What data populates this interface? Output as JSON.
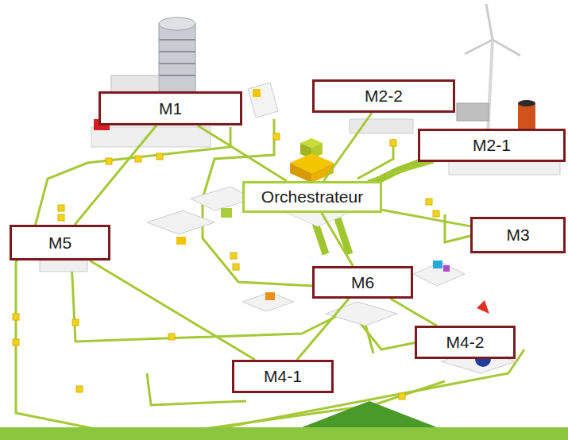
{
  "diagram": {
    "nodes": [
      {
        "text": [
          "M1"
        ]
      },
      {
        "text": [
          "M2-2"
        ]
      },
      {
        "text": [
          "M2-1"
        ]
      },
      {
        "text": [
          "Orchestrateur"
        ]
      },
      {
        "text": [
          "M3"
        ]
      },
      {
        "text": [
          "M5"
        ]
      },
      {
        "text": [
          "M6"
        ]
      },
      {
        "text": [
          "M4-2"
        ]
      },
      {
        "text": [
          "M4-1"
        ]
      }
    ],
    "edges": [
      {
        "from": 3,
        "to": 0,
        "arrow": "none"
      },
      {
        "from": 3,
        "to": 1,
        "arrow": "none"
      },
      {
        "from": 3,
        "to": 2,
        "arrow": "none"
      },
      {
        "from": 3,
        "to": 4,
        "arrow": "none"
      },
      {
        "from": 3,
        "to": 6,
        "arrow": "none"
      },
      {
        "from": 0,
        "to": 5,
        "arrow": "none"
      },
      {
        "from": 5,
        "to": 8,
        "arrow": "none"
      },
      {
        "from": 6,
        "to": 7,
        "arrow": "none"
      },
      {
        "from": 6,
        "to": 8,
        "arrow": "none"
      }
    ]
  }
}
